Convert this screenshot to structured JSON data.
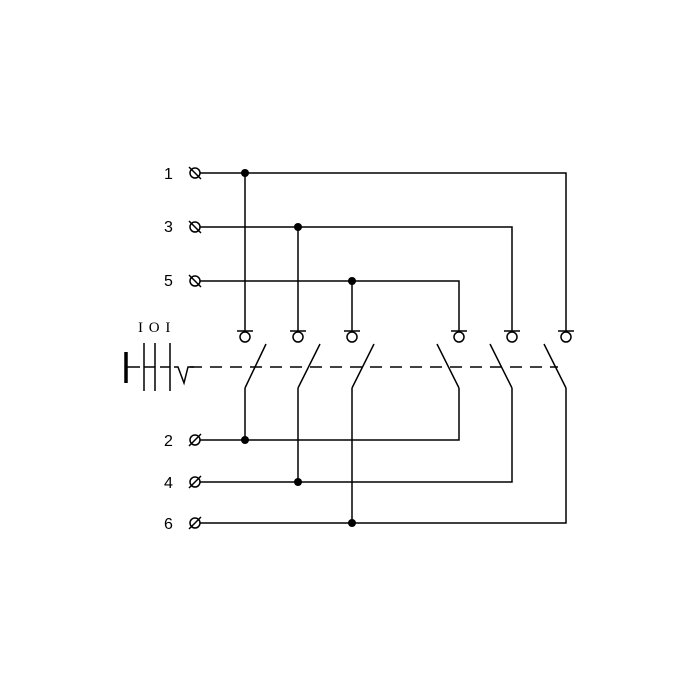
{
  "diagram": {
    "title": "",
    "switch_mode_label": "I O I",
    "input_terminals": [
      {
        "label": "1"
      },
      {
        "label": "3"
      },
      {
        "label": "5"
      }
    ],
    "output_terminals": [
      {
        "label": "2"
      },
      {
        "label": "4"
      },
      {
        "label": "6"
      }
    ],
    "contacts": 6,
    "line_color": "#000000"
  }
}
